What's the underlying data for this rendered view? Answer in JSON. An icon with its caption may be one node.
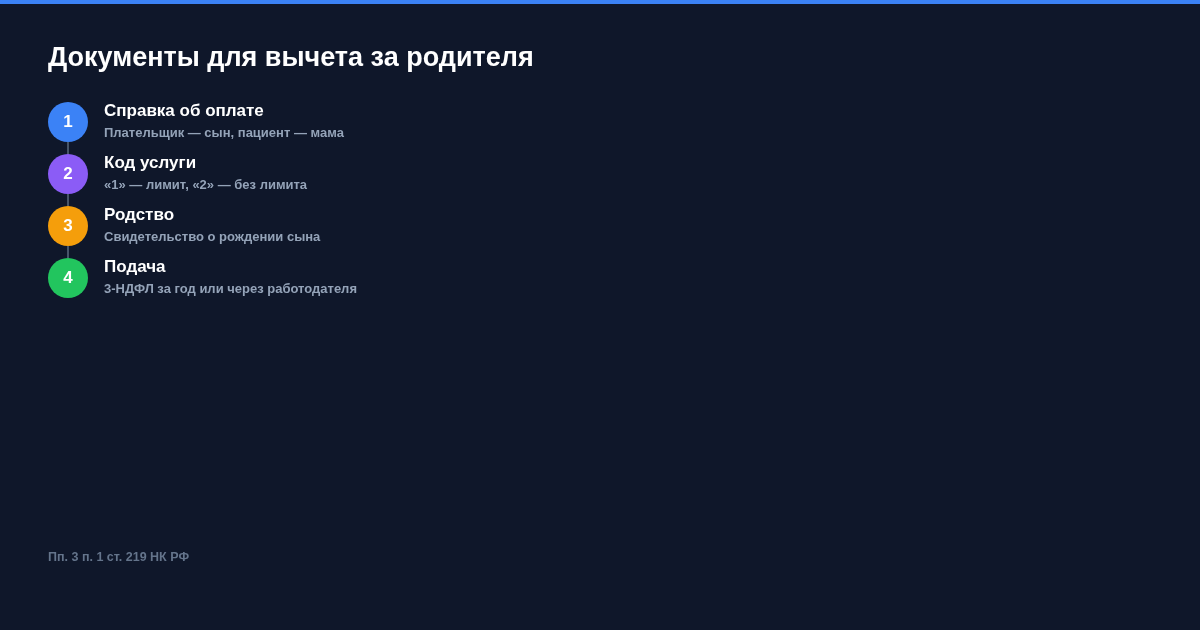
{
  "diagram": {
    "title": "Документы для вычета за родителя",
    "nodes": [
      {
        "text": [
          "1"
        ],
        "beside": [
          "Справка об оплате",
          "Плательщик — сын, пациент — мама"
        ]
      },
      {
        "text": [
          "2"
        ],
        "beside": [
          "Код услуги",
          "«1» — лимит, «2» — без лимита"
        ]
      },
      {
        "text": [
          "3"
        ],
        "beside": [
          "Родство",
          "Свидетельство о рождении сына"
        ]
      },
      {
        "text": [
          "4"
        ],
        "beside": [
          "Подача",
          "3-НДФЛ за год или через работодателя"
        ]
      }
    ],
    "edges": [
      {
        "from": 0,
        "to": 1,
        "arrow": "none"
      },
      {
        "from": 1,
        "to": 2,
        "arrow": "none"
      },
      {
        "from": 2,
        "to": 3,
        "arrow": "none"
      }
    ],
    "labels": [
      "Пп. 3 п. 1 ст. 219 НК РФ"
    ]
  }
}
